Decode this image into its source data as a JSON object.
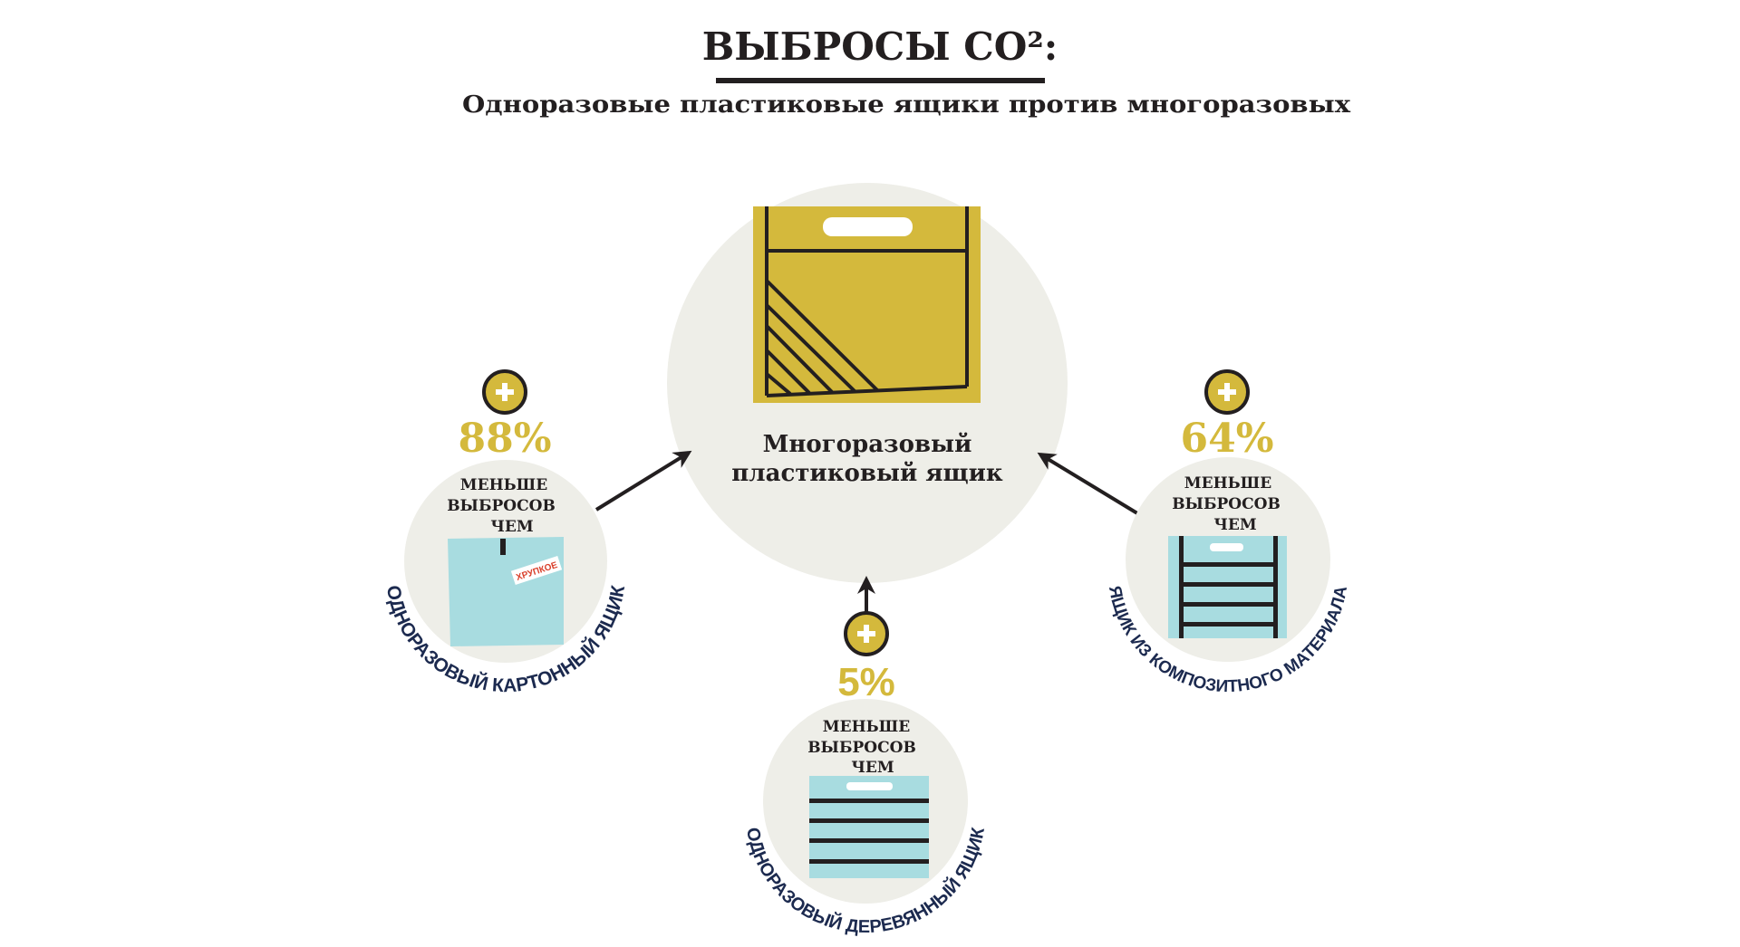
{
  "colors": {
    "accent_yellow": "#d4b93c",
    "circle_bg": "#eeeee8",
    "box_blue": "#a8dce0",
    "ink": "#231f20",
    "label_navy": "#1c2a4f",
    "fragile_red": "#d9402b"
  },
  "header": {
    "title": "ВЫБРОСЫ CO²:",
    "subtitle": "Одноразовые пластиковые ящики против многоразовых"
  },
  "center": {
    "icon": "reusable-plastic-crate-icon",
    "label_line1": "Многоразовый",
    "label_line2": "пластиковый ящик"
  },
  "comparisons": [
    {
      "icon": "cardboard-box-icon",
      "percent": "88%",
      "line1": "МЕНЬШЕ",
      "line2": "ВЫБРОСОВ",
      "line3": "ЧЕМ",
      "label": "ОДНОРАЗОВЫЙ КАРТОННЫЙ ЯЩИК",
      "tag": "ХРУПКОЕ"
    },
    {
      "icon": "wooden-crate-icon",
      "percent": "5%",
      "line1": "МЕНЬШЕ",
      "line2": "ВЫБРОСОВ",
      "line3": "ЧЕМ",
      "label": "ОДНОРАЗОВЫЙ ДЕРЕВЯННЫЙ ЯЩИК"
    },
    {
      "icon": "composite-crate-icon",
      "percent": "64%",
      "line1": "МЕНЬШЕ",
      "line2": "ВЫБРОСОВ",
      "line3": "ЧЕМ",
      "label": "ЯЩИК ИЗ КОМПОЗИТНОГО МАТЕРИАЛА"
    }
  ]
}
